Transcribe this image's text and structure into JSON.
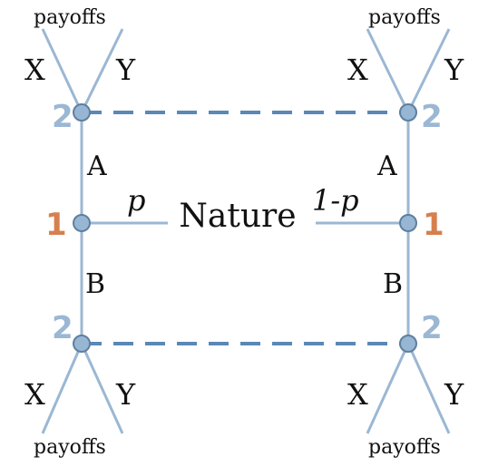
{
  "colors": {
    "edge": "#9bb7d3",
    "info_set": "#5b88b5",
    "node_fill": "#97b6d3",
    "node_stroke": "#5f7f9f",
    "player1": "#d6804e",
    "player2": "#9bb7d3",
    "text": "#111111"
  },
  "nature": {
    "label": "Nature",
    "prob_left": "p",
    "prob_right": "1-p"
  },
  "left": {
    "player1": "1",
    "top_move": "A",
    "bottom_move": "B",
    "top_player2": "2",
    "bottom_player2": "2",
    "top_x": "X",
    "top_y": "Y",
    "top_payoffs": "payoffs",
    "bottom_x": "X",
    "bottom_y": "Y",
    "bottom_payoffs": "payoffs"
  },
  "right": {
    "player1": "1",
    "top_move": "A",
    "bottom_move": "B",
    "top_player2": "2",
    "bottom_player2": "2",
    "top_x": "X",
    "top_y": "Y",
    "top_payoffs": "payoffs",
    "bottom_x": "X",
    "bottom_y": "Y",
    "bottom_payoffs": "payoffs"
  }
}
